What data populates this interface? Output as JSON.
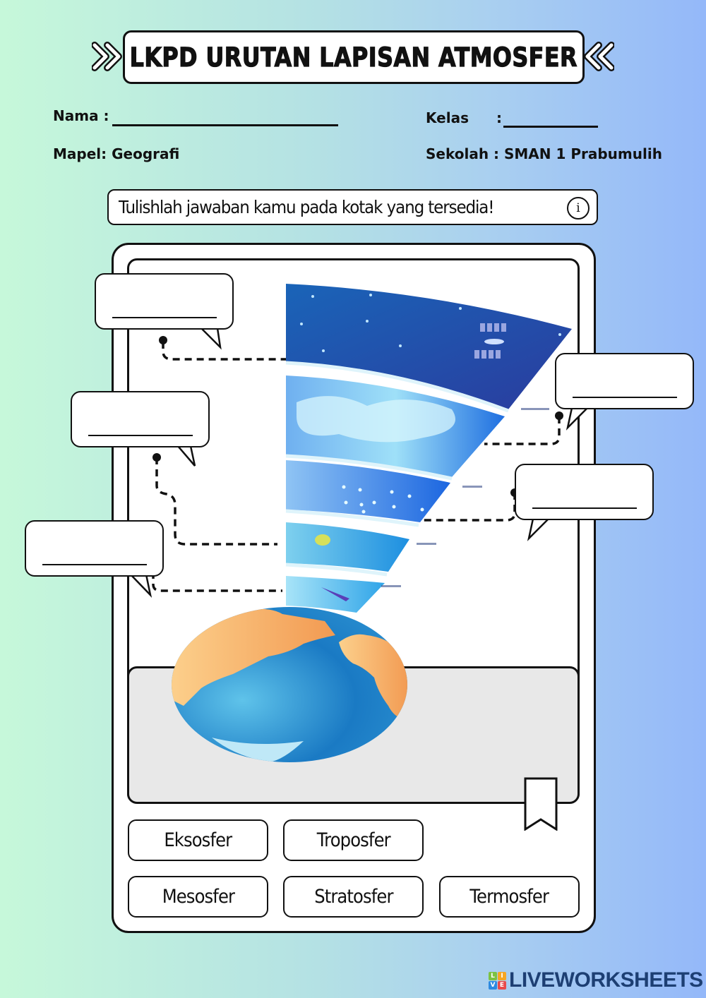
{
  "header": {
    "title": "LKPD URUTAN LAPISAN ATMOSFER",
    "left_decoration_icon": "double-chevron-right-icon",
    "right_decoration_icon": "double-chevron-left-icon"
  },
  "student_info": {
    "nama_label": "Nama :",
    "nama_value": "",
    "kelas_label": "Kelas",
    "kelas_colon": ":",
    "kelas_value": "",
    "mapel_label": "Mapel: Geografi",
    "sekolah_label": "Sekolah : SMAN 1 Prabumulih"
  },
  "instruction": {
    "text": "Tulishlah jawaban kamu pada kotak yang tersedia!",
    "icon": "info-icon",
    "icon_glyph": "i"
  },
  "diagram": {
    "description": "Atmosphere layers illustration above Earth globe",
    "layers_top_to_bottom": [
      "exosphere-band",
      "thermosphere-band",
      "mesosphere-band",
      "stratosphere-band",
      "troposphere-band"
    ],
    "answer_boxes": [
      {
        "id": "left-1",
        "side": "left",
        "value": "",
        "placeholder": ""
      },
      {
        "id": "right-1",
        "side": "right",
        "value": "",
        "placeholder": ""
      },
      {
        "id": "left-2",
        "side": "left",
        "value": "",
        "placeholder": ""
      },
      {
        "id": "right-2",
        "side": "right",
        "value": "",
        "placeholder": ""
      },
      {
        "id": "left-3",
        "side": "left",
        "value": "",
        "placeholder": ""
      }
    ]
  },
  "word_bank": {
    "row1": [
      "Eksosfer",
      "Troposfer"
    ],
    "row2": [
      "Mesosfer",
      "Stratosfer",
      "Termosfer"
    ]
  },
  "colors": {
    "bg_left": "#c6f8da",
    "bg_right": "#94b8f9",
    "panel_grey": "#e8e8e8",
    "brand": "#1d3f73"
  },
  "footer": {
    "brand_text": "LIVEWORKSHEETS",
    "logo_letters": [
      "L",
      "I",
      "V",
      "E"
    ]
  }
}
